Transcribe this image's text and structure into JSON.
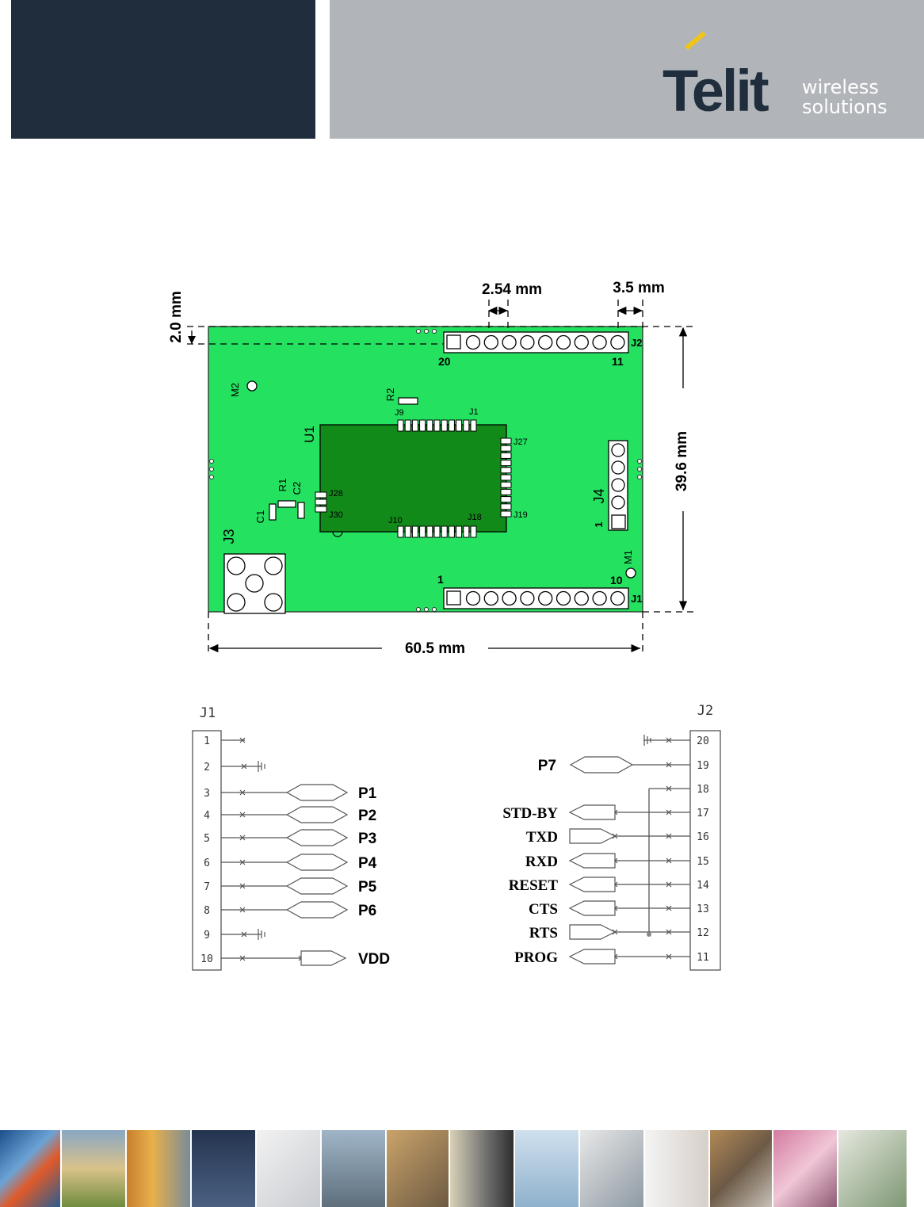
{
  "header": {
    "logo_word": "Telit",
    "logo_sub_line1": "wireless",
    "logo_sub_line2": "solutions"
  },
  "board": {
    "dim_pitch": "2.54 mm",
    "dim_edge": "3.5 mm",
    "dim_top": "2.0 mm",
    "dim_height": "39.6 mm",
    "dim_width": "60.5 mm",
    "j2_label": "J2",
    "j1_label": "J1",
    "j2_pin_left": "20",
    "j2_pin_right": "11",
    "j1_pin_left": "1",
    "j1_pin_right": "10",
    "labels": {
      "u1": "U1",
      "m2": "M2",
      "m1": "M1",
      "r2": "R2",
      "r1": "R1",
      "c1": "C1",
      "c2": "C2",
      "j3": "J3",
      "j4": "J4",
      "j4_pin1": "1",
      "j9": "J9",
      "j1_mod": "J1",
      "j27": "J27",
      "j28": "J28",
      "j30": "J30",
      "j10": "J10",
      "j18": "J18",
      "j19": "J19"
    }
  },
  "schematic": {
    "j1_title": "J1",
    "j2_title": "J2",
    "j1_pins": [
      "1",
      "2",
      "3",
      "4",
      "5",
      "6",
      "7",
      "8",
      "9",
      "10"
    ],
    "j2_pins": [
      "20",
      "19",
      "18",
      "17",
      "16",
      "15",
      "14",
      "13",
      "12",
      "11"
    ],
    "j1_signals": [
      "",
      "",
      "P1",
      "P2",
      "P3",
      "P4",
      "P5",
      "P6",
      "",
      "VDD"
    ],
    "j2_signals": [
      "",
      "P7",
      "",
      "STD-BY",
      "TXD",
      "RXD",
      "RESET",
      "CTS",
      "RTS",
      "PROG"
    ]
  },
  "colors": {
    "header_dark": "#1f2d3c",
    "header_grey": "#b1b5b9",
    "pcb_green": "#24e160",
    "module_green": "#118a1a",
    "logo_accent": "#f0c419"
  }
}
